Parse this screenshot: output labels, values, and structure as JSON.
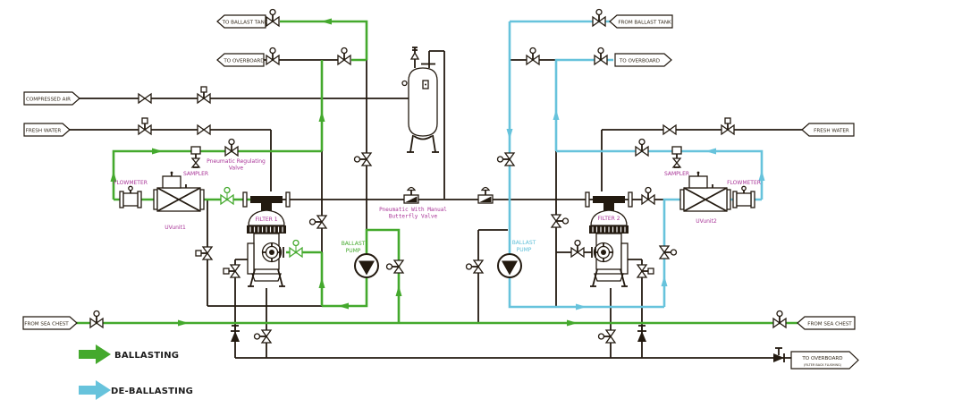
{
  "labels": {
    "flag_to_ballast_tank": "TO BALLAST TANK",
    "flag_to_overboard_left": "TO OVERBOARD",
    "flag_compressed_air": "COMPRESSED AIR",
    "flag_fresh_water_left": "FRESH WATER",
    "flag_from_sea_chest_left": "FROM SEA CHEST",
    "flag_from_ballast_tank": "FROM BALLAST TANK",
    "flag_to_overboard_right": "TO OVERBOARD",
    "flag_fresh_water_right": "FRESH WATER",
    "flag_from_sea_chest_right": "FROM SEA CHEST",
    "flag_to_overboard_bottom": "TO OVERBOARD",
    "flag_to_overboard_bottom_sub": "(FILTER BACK FLUSHING)",
    "flowmeter_left": "FLOWMETER",
    "flowmeter_right": "FLOWMETER",
    "sampler_left": "SAMPLER",
    "sampler_right": "SAMPLER",
    "uv_unit_left": "UVunit1",
    "uv_unit_right": "UVunit2",
    "filter_left": "FILTER 1",
    "filter_right": "FILTER 2",
    "pump_left_line1": "BALLAST",
    "pump_left_line2": "PUMP",
    "pump_right_line1": "BALLAST",
    "pump_right_line2": "PUMP",
    "reg_valve_line1": "Pneumatic Regulating",
    "reg_valve_line2": "Valve",
    "butterfly_line1": "Pneumatic With Manual",
    "butterfly_line2": "Butterfly Valve"
  },
  "legend": {
    "ballasting": "BALLASTING",
    "deballasting": "DE-BALLASTING"
  },
  "colors": {
    "ballast_green": "#44a92d",
    "deballast_cyan": "#67c3dc",
    "label_magenta": "#a83397",
    "line_black": "#231a10"
  }
}
